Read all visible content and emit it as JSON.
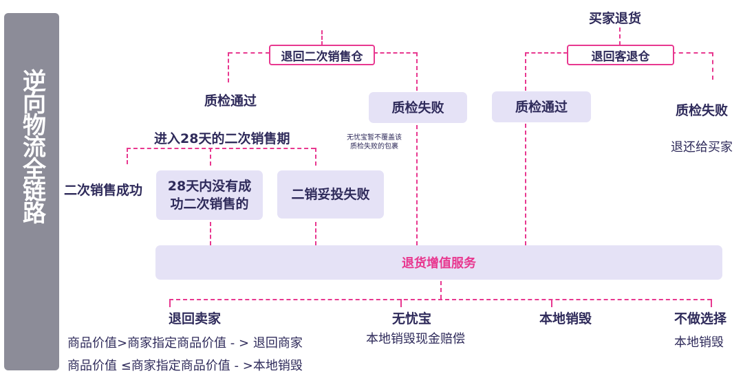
{
  "sidebar": {
    "title": "逆向物流全链路"
  },
  "top_left": {
    "warehouse": "退回二次销售仓",
    "qc_pass": "质检通过",
    "qc_fail": "质检失败",
    "period": "进入28天的二次销售期",
    "note_line1": "无忧宝暂不覆盖该",
    "note_line2": "质检失败的包裹",
    "resale_success": "二次销售成功",
    "not_resold_line1": "28天内没有成",
    "not_resold_line2": "功二次销售的",
    "resale_fail": "二销妥投失败"
  },
  "top_right": {
    "buyer_return": "买家退货",
    "warehouse": "退回客退仓",
    "qc_pass": "质检通过",
    "qc_fail": "质检失败",
    "return_to_buyer": "退还给买家"
  },
  "service": {
    "label": "退货增值服务"
  },
  "bottom": {
    "return_seller": {
      "title": "退回卖家",
      "rule1": "商品价值>商家指定商品价值 - > 退回商家",
      "rule2": "商品价值 ≤商家指定商品价值 - >本地销毁"
    },
    "wuyoubao": {
      "title": "无忧宝",
      "desc": "本地销毁现金赔偿"
    },
    "local_destroy": {
      "title": "本地销毁"
    },
    "no_choice": {
      "title": "不做选择",
      "desc": "本地销毁"
    }
  },
  "colors": {
    "accent": "#e8378f",
    "box_fill": "#e5e2f6",
    "text": "#2e2a5a",
    "sidebar": "#8c8c98"
  }
}
